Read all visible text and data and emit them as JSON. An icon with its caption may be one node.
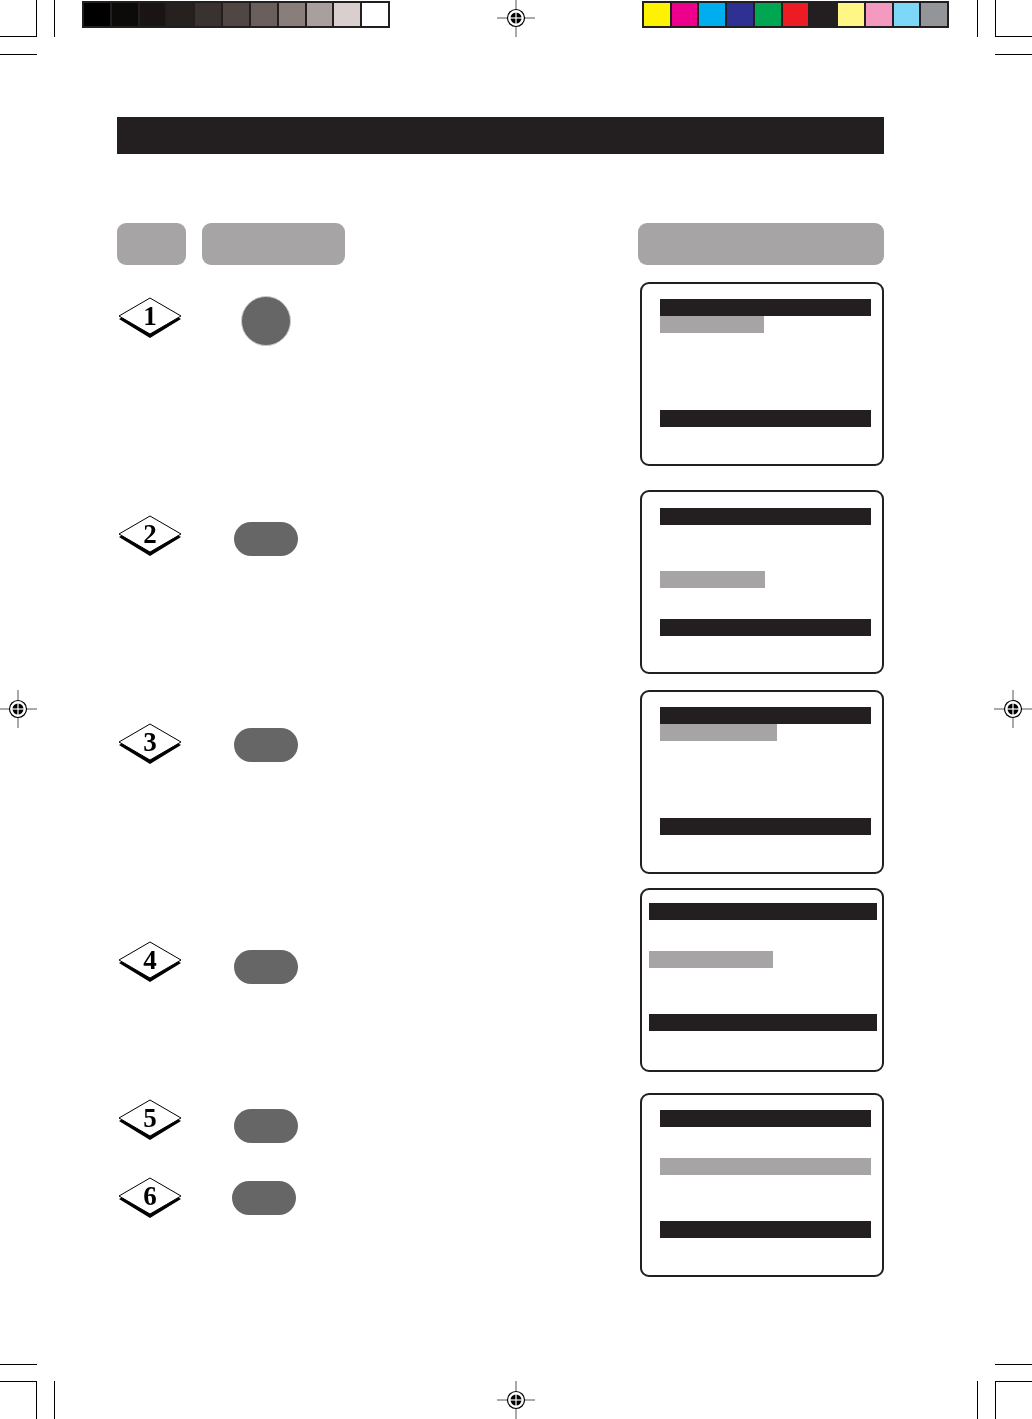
{
  "diagram": {
    "nodes": [
      {
        "text": [],
        "shape": "box"
      },
      {
        "text": [],
        "shape": "box"
      },
      {
        "text": [],
        "shape": "box"
      },
      {
        "text": [
          "1"
        ]
      },
      {
        "text": [],
        "shape": "box"
      },
      {
        "text": [],
        "shape": "bar",
        "in": 4
      },
      {
        "text": [],
        "shape": "bar",
        "in": 4
      },
      {
        "text": [],
        "shape": "bar",
        "in": 4
      },
      {
        "text": [
          "2"
        ]
      },
      {
        "text": [],
        "shape": "box"
      },
      {
        "text": [],
        "shape": "bar",
        "in": 9
      },
      {
        "text": [],
        "shape": "bar",
        "in": 9
      },
      {
        "text": [],
        "shape": "bar",
        "in": 9
      },
      {
        "text": [
          "3"
        ]
      },
      {
        "text": [],
        "shape": "box"
      },
      {
        "text": [],
        "shape": "bar",
        "in": 14
      },
      {
        "text": [],
        "shape": "bar",
        "in": 14
      },
      {
        "text": [],
        "shape": "bar",
        "in": 14
      },
      {
        "text": [
          "4"
        ]
      },
      {
        "text": [],
        "shape": "box"
      },
      {
        "text": [],
        "shape": "bar",
        "in": 19
      },
      {
        "text": [],
        "shape": "bar",
        "in": 19
      },
      {
        "text": [],
        "shape": "bar",
        "in": 19
      },
      {
        "text": [
          "5"
        ]
      },
      {
        "text": [],
        "shape": "box"
      },
      {
        "text": [],
        "shape": "bar",
        "in": 24
      },
      {
        "text": [],
        "shape": "bar",
        "in": 24
      },
      {
        "text": [],
        "shape": "bar",
        "in": 24
      },
      {
        "text": [
          "6"
        ]
      }
    ]
  }
}
